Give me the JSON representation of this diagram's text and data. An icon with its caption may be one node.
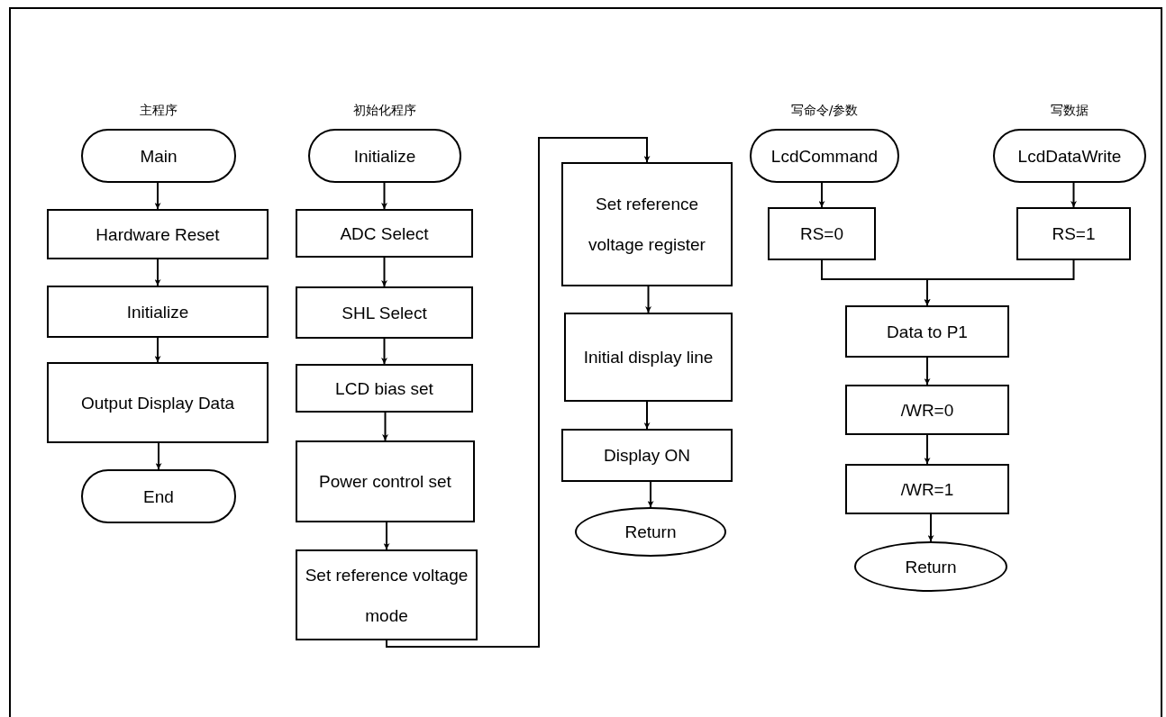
{
  "diagram": {
    "nodes": [
      {
        "text": [
          "Main"
        ],
        "beside": [
          "主程序"
        ]
      },
      {
        "text": [
          "Hardware Reset"
        ]
      },
      {
        "text": [
          "Initialize"
        ]
      },
      {
        "text": [
          "Output Display Data"
        ]
      },
      {
        "text": [
          "End"
        ]
      },
      {
        "text": [
          "Initialize"
        ],
        "beside": [
          "初始化程序"
        ]
      },
      {
        "text": [
          "ADC Select"
        ]
      },
      {
        "text": [
          "SHL Select"
        ]
      },
      {
        "text": [
          "LCD bias set"
        ]
      },
      {
        "text": [
          "Power control set"
        ]
      },
      {
        "text": [
          "Set reference voltage mode"
        ]
      },
      {
        "text": [
          "Set reference voltage register"
        ]
      },
      {
        "text": [
          "Initial display line"
        ]
      },
      {
        "text": [
          "Display ON"
        ]
      },
      {
        "text": [
          "Return"
        ]
      },
      {
        "text": [
          "LcdCommand"
        ],
        "beside": [
          "写命令/参数"
        ]
      },
      {
        "text": [
          "LcdDataWrite"
        ],
        "beside": [
          "写数据"
        ]
      },
      {
        "text": [
          "RS=0"
        ]
      },
      {
        "text": [
          "RS=1"
        ]
      },
      {
        "text": [
          "Data to P1"
        ]
      },
      {
        "text": [
          "/WR=0"
        ]
      },
      {
        "text": [
          "/WR=1"
        ]
      },
      {
        "text": [
          "Return"
        ]
      }
    ],
    "edges": [
      {
        "from": 0,
        "to": 1,
        "arrow": "to"
      },
      {
        "from": 1,
        "to": 2,
        "arrow": "to"
      },
      {
        "from": 2,
        "to": 3,
        "arrow": "to"
      },
      {
        "from": 3,
        "to": 4,
        "arrow": "to"
      },
      {
        "from": 5,
        "to": 6,
        "arrow": "to"
      },
      {
        "from": 6,
        "to": 7,
        "arrow": "to"
      },
      {
        "from": 7,
        "to": 8,
        "arrow": "to"
      },
      {
        "from": 8,
        "to": 9,
        "arrow": "to"
      },
      {
        "from": 9,
        "to": 10,
        "arrow": "to"
      },
      {
        "from": 10,
        "to": 11,
        "arrow": "to"
      },
      {
        "from": 11,
        "to": 12,
        "arrow": "to"
      },
      {
        "from": 12,
        "to": 13,
        "arrow": "to"
      },
      {
        "from": 13,
        "to": 14,
        "arrow": "to"
      },
      {
        "from": 15,
        "to": 17,
        "arrow": "to"
      },
      {
        "from": 16,
        "to": 18,
        "arrow": "to"
      },
      {
        "from": 17,
        "to": 19,
        "arrow": "to"
      },
      {
        "from": 18,
        "to": 19,
        "arrow": "to"
      },
      {
        "from": 19,
        "to": 20,
        "arrow": "to"
      },
      {
        "from": 20,
        "to": 21,
        "arrow": "to"
      },
      {
        "from": 21,
        "to": 22,
        "arrow": "to"
      }
    ]
  }
}
